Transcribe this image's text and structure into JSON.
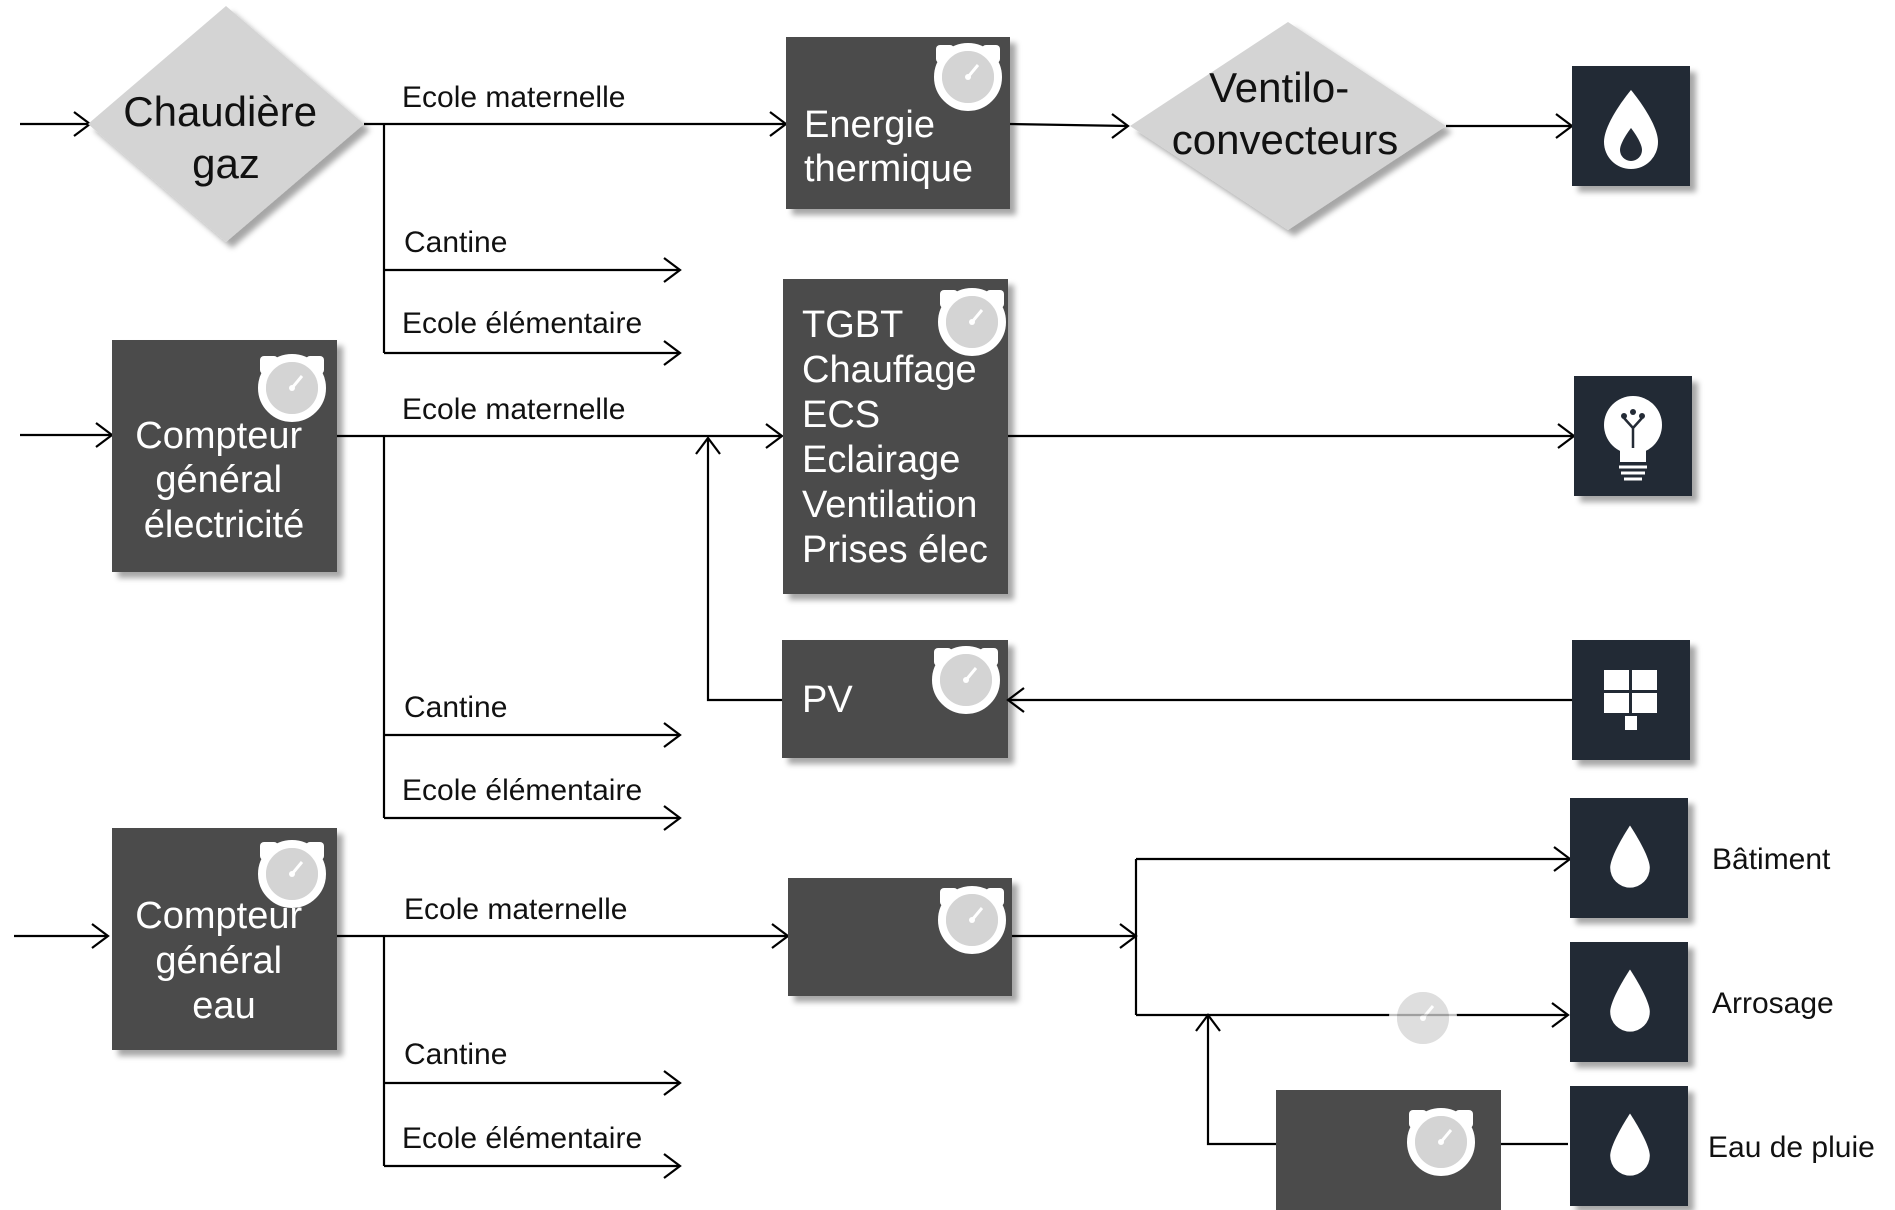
{
  "colors": {
    "box": "#4b4b4b",
    "icon_box": "#242b36",
    "diamond": "#d4d4d4",
    "meter": "#dcdcdc",
    "line": "#000000"
  },
  "nodes": {
    "chaudiere": {
      "lines": [
        "Chaudière",
        "gaz"
      ]
    },
    "energie": {
      "lines": [
        "Energie",
        "thermique"
      ]
    },
    "ventilo": {
      "lines": [
        "Ventilo-",
        "convecteurs"
      ]
    },
    "compteur_elec": {
      "lines": [
        "Compteur",
        "général",
        "électricité"
      ]
    },
    "tgbt": {
      "lines": [
        "TGBT",
        "Chauffage",
        "ECS",
        "Eclairage",
        "Ventilation",
        "Prises élec"
      ]
    },
    "pv": {
      "label": "PV"
    },
    "compteur_eau": {
      "lines": [
        "Compteur",
        "général",
        "eau"
      ]
    }
  },
  "branches": {
    "gaz": [
      "Ecole maternelle",
      "Cantine",
      "Ecole élémentaire"
    ],
    "elec": [
      "Ecole maternelle",
      "Cantine",
      "Ecole élémentaire"
    ],
    "eau": [
      "Ecole maternelle",
      "Cantine",
      "Ecole élémentaire"
    ]
  },
  "water_outputs": [
    "Bâtiment",
    "Arrosage",
    "Eau de pluie"
  ],
  "icons": {
    "heat": "flame-icon",
    "light": "lightbulb-icon",
    "solar": "solar-panel-icon",
    "water": "water-drop-icon",
    "meter": "meter-icon"
  }
}
